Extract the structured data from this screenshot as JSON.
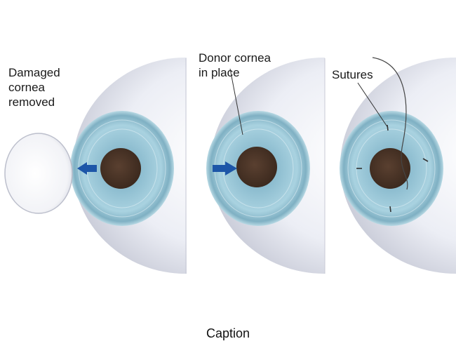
{
  "labels": {
    "damaged_line1": "Damaged",
    "damaged_line2": "cornea",
    "damaged_line3": "removed",
    "donor_line1": "Donor cornea",
    "donor_line2": "in place",
    "sutures": "Sutures"
  },
  "caption": "Caption",
  "colors": {
    "sclera": "#eef0f6",
    "iris": "#8fc0d2",
    "iris_dark": "#5f97ad",
    "pupil": "#4a3427",
    "arrow": "#1d56a8",
    "suture_line": "#444444"
  }
}
